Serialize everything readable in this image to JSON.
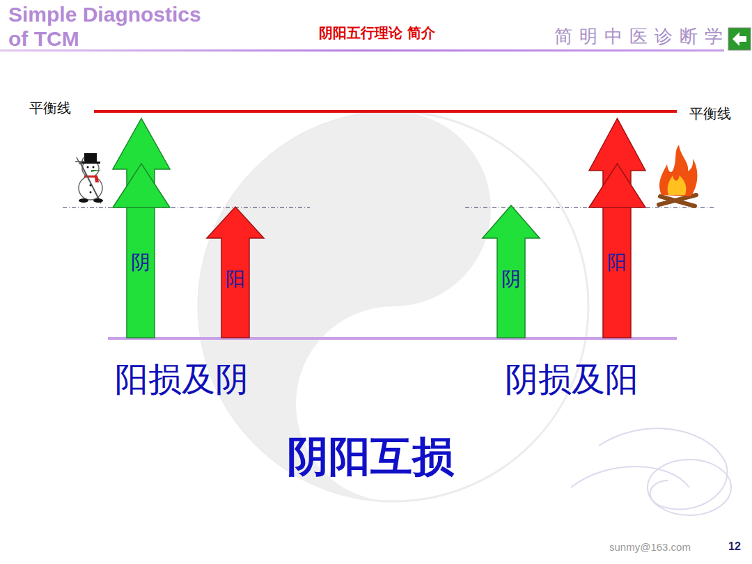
{
  "diagram": {
    "title": "阴阳五行理论 简介",
    "caption": "阴阳互损",
    "nodes": [
      {
        "text": [
          "阴"
        ]
      },
      {
        "text": [
          "阳"
        ]
      },
      {
        "text": [
          "阴"
        ]
      },
      {
        "text": [
          "阳"
        ]
      }
    ],
    "labels": [
      "Simple Diagnostics of TCM",
      "简明中医诊断学",
      "平衡线",
      "平衡线",
      "阳损及阴",
      "阴损及阳",
      "sunmy@163.com",
      "12"
    ]
  }
}
